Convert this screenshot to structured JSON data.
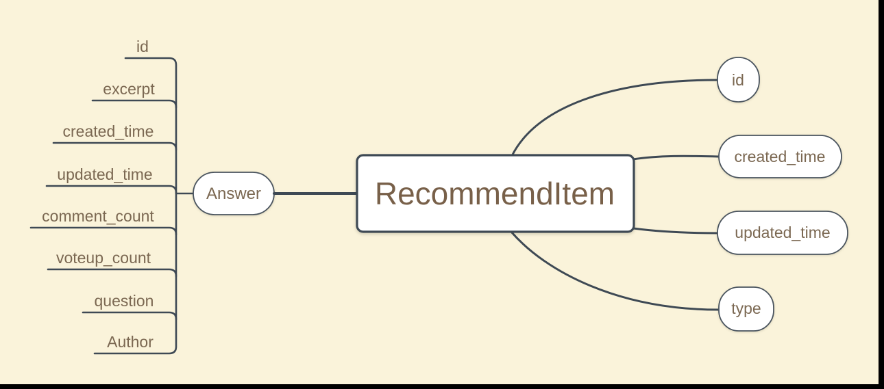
{
  "colors": {
    "background": "#faf3da",
    "line": "#3e4954",
    "node_border": "#4a545e",
    "node_fill": "#ffffff",
    "label_text": "#7b6852",
    "title_text": "#786049",
    "edge_bar": "#000000"
  },
  "root": {
    "label": "RecommendItem"
  },
  "root_children": [
    "id",
    "created_time",
    "updated_time",
    "type"
  ],
  "answer_branch": {
    "label": "Answer",
    "children": [
      "id",
      "excerpt",
      "created_time",
      "updated_time",
      "comment_count",
      "voteup_count",
      "question",
      "Author"
    ]
  }
}
